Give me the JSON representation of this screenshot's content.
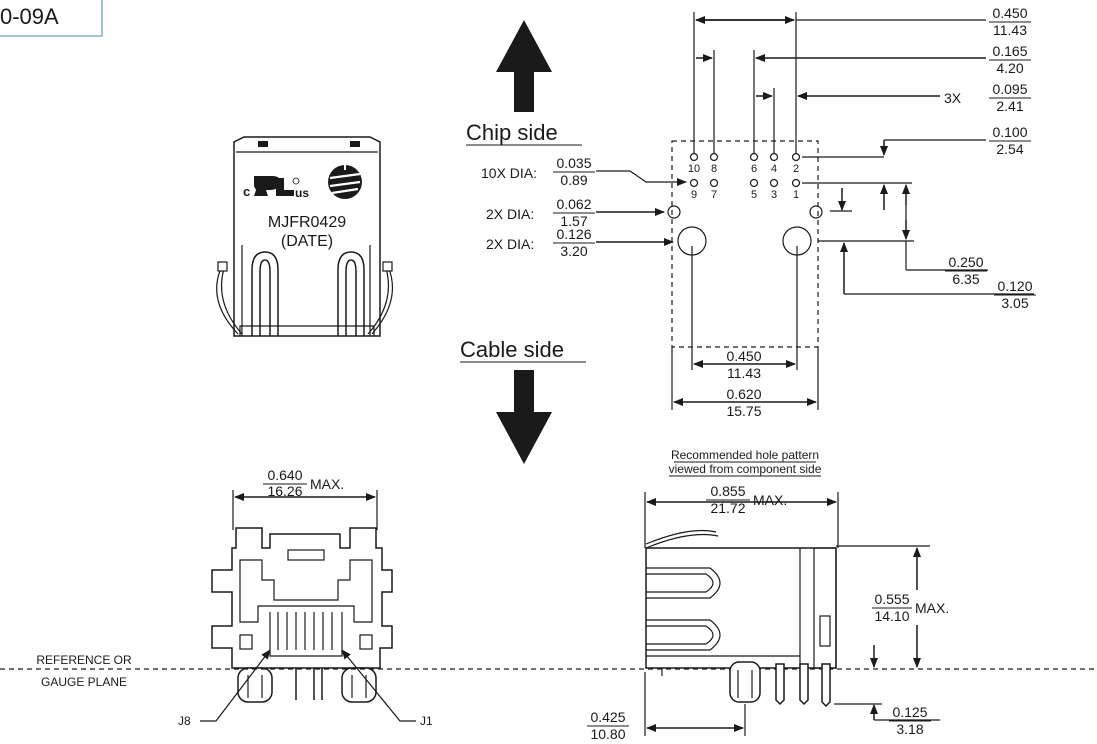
{
  "part_code": "0-09A",
  "orientation": {
    "chip_side": "Chip side",
    "cable_side": "Cable side"
  },
  "marking": {
    "cert_c": "c",
    "cert_us": "us",
    "part_number": "MJFR0429",
    "date": "(DATE)"
  },
  "hole_pattern": {
    "caption_line1": "Recommended hole pattern",
    "caption_line2": "viewed from component side",
    "top_width": {
      "inch": "0.450",
      "mm": "11.43"
    },
    "pin_spacing_a": {
      "inch": "0.165",
      "mm": "4.20"
    },
    "pin_spacing_b": {
      "prefix": "3X",
      "inch": "0.095",
      "mm": "2.41"
    },
    "row_spacing": {
      "inch": "0.100",
      "mm": "2.54"
    },
    "small_holes": {
      "prefix": "10X DIA:",
      "inch": "0.035",
      "mm": "0.89"
    },
    "mid_holes": {
      "prefix": "2X DIA:",
      "inch": "0.062",
      "mm": "1.57"
    },
    "large_holes": {
      "prefix": "2X DIA:",
      "inch": "0.126",
      "mm": "3.20"
    },
    "vertical_a": {
      "inch": "0.250",
      "mm": "6.35"
    },
    "vertical_b": {
      "inch": "0.120",
      "mm": "3.05"
    },
    "inner_width": {
      "inch": "0.450",
      "mm": "11.43"
    },
    "outer_width": {
      "inch": "0.620",
      "mm": "15.75"
    },
    "pin_labels_top": [
      "10",
      "8",
      "6",
      "4",
      "2"
    ],
    "pin_labels_bottom": [
      "9",
      "7",
      "5",
      "3",
      "1"
    ]
  },
  "front_view": {
    "width": {
      "inch": "0.640",
      "mm": "16.26",
      "suffix": "MAX."
    },
    "j8": "J8",
    "j1": "J1",
    "reference_line1": "REFERENCE OR",
    "reference_line2": "GAUGE PLANE"
  },
  "side_view": {
    "depth": {
      "inch": "0.855",
      "mm": "21.72",
      "suffix": "MAX."
    },
    "height": {
      "inch": "0.555",
      "mm": "14.10",
      "suffix": "MAX."
    },
    "offset": {
      "inch": "0.425",
      "mm": "10.80"
    },
    "pin_length": {
      "inch": "0.125",
      "mm": "3.18"
    }
  }
}
